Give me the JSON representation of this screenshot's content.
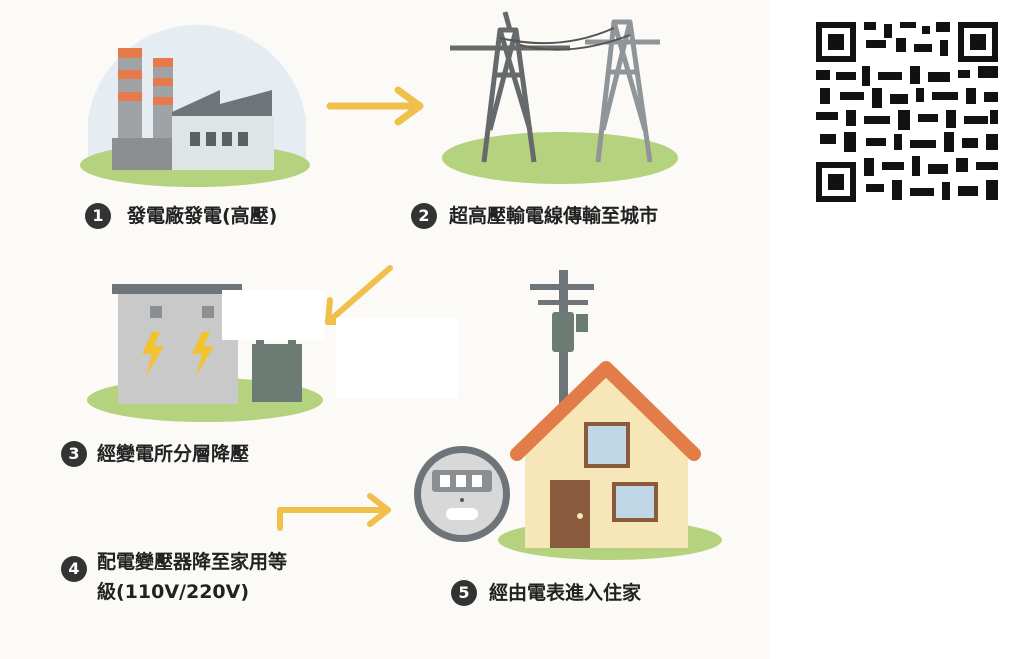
{
  "steps": [
    {
      "number": "1",
      "text": "發電廠發電(高壓)"
    },
    {
      "number": "2",
      "text": "超高壓輸電線傳輸至城市"
    },
    {
      "number": "3",
      "text": "經變電所分層降壓"
    },
    {
      "number": "4",
      "text_line1": "配電變壓器降至家用等",
      "text_line2": "級(110V/220V)"
    },
    {
      "number": "5",
      "text": "經由電表進入住家"
    }
  ],
  "colors": {
    "background": "#fbfaf6",
    "ground": "#b5d27f",
    "arrow": "#f0bf4c",
    "roof": "#e27d49",
    "wall": "#f7e6b7",
    "door": "#8a5a3c",
    "tower": "#666a6d",
    "substation": "#c9c9c9",
    "bolt": "#f3c22f",
    "stripe": "#e67a4a"
  },
  "icons": [
    "power-plant-icon",
    "transmission-tower-icon",
    "substation-icon",
    "utility-pole-transformer-icon",
    "house-icon",
    "electric-meter-icon",
    "qr-code-icon"
  ]
}
